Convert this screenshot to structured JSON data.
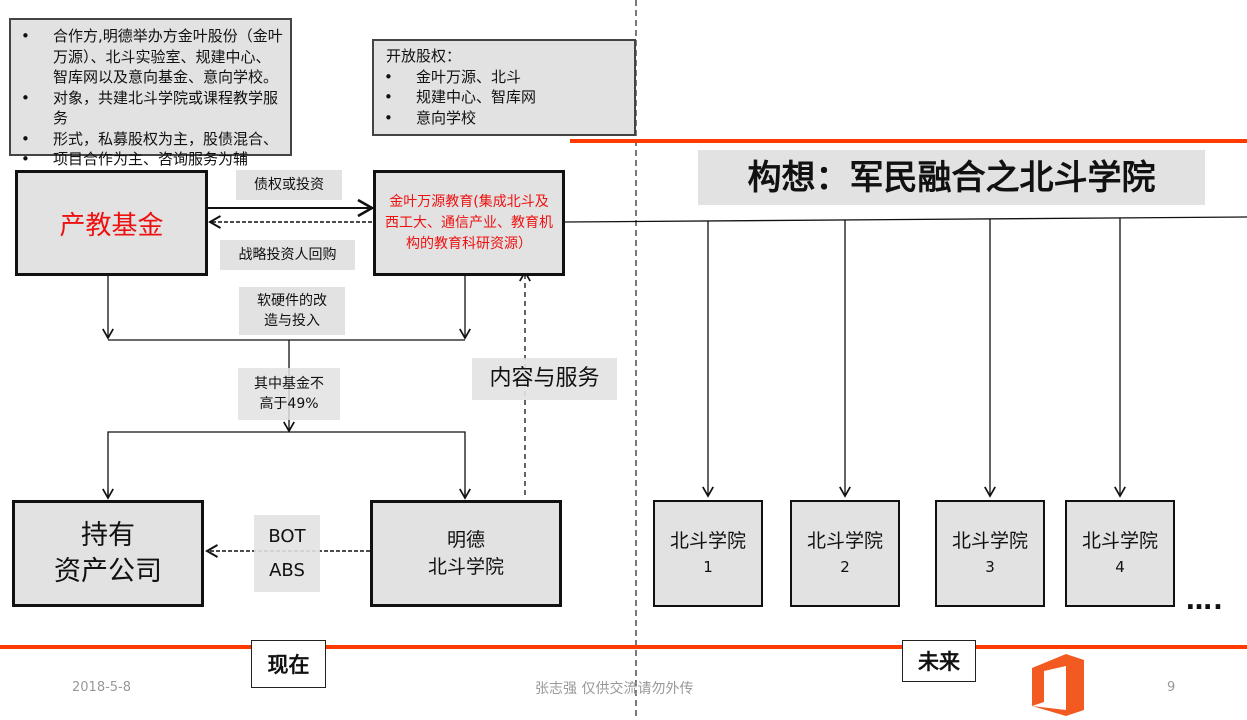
{
  "partners_note": {
    "items": [
      "合作方,明德举办方金叶股份（金叶万源）、北斗实验室、规建中心、智库网以及意向基金、意向学校。",
      "对象，共建北斗学院或课程教学服务",
      "形式，私募股权为主，股债混合、",
      "项目合作为主、咨询服务为辅"
    ]
  },
  "equity_note": {
    "title": "开放股权：",
    "items": [
      "金叶万源、北斗",
      "规建中心、智库网",
      "意向学校"
    ]
  },
  "title": "构想：军民融合之北斗学院",
  "nodes": {
    "fund": "产教基金",
    "jinye": "金叶万源教育(集成北斗及西工大、通信产业、教育机构的教育科研资源）",
    "asset_l1": "持有",
    "asset_l2": "资产公司",
    "mingde_l1": "明德",
    "mingde_l2": "北斗学院"
  },
  "labels": {
    "debt": "债权或投资",
    "buyback": "战略投资人回购",
    "software": "软硬件的改造与投入",
    "fund_share": "其中基金不高于49%",
    "content": "内容与服务",
    "bot": "BOT",
    "abs": "ABS"
  },
  "future_schools": [
    {
      "name": "北斗学院",
      "num": "1"
    },
    {
      "name": "北斗学院",
      "num": "2"
    },
    {
      "name": "北斗学院",
      "num": "3"
    },
    {
      "name": "北斗学院",
      "num": "4"
    }
  ],
  "ellipsis": "….",
  "now": "现在",
  "future": "未来",
  "footer": {
    "date": "2018-5-8",
    "center": "张志强 仅供交流请勿外传",
    "page": "9"
  },
  "colors": {
    "accent": "#ff3a00",
    "red_text": "#ee1111",
    "box_fill": "#e2e2e2",
    "office": "#f25a22"
  }
}
